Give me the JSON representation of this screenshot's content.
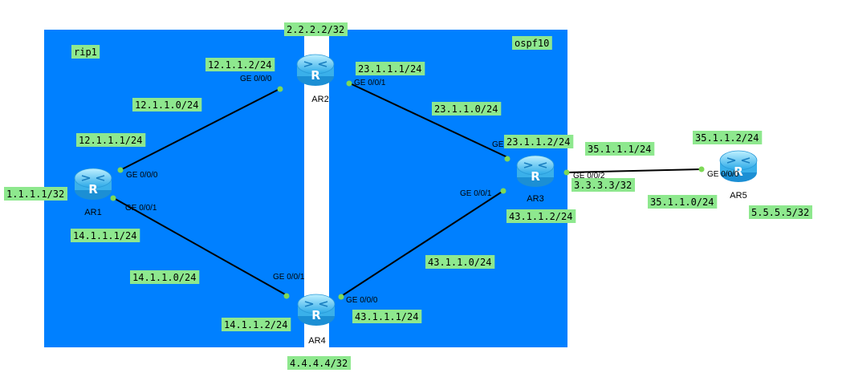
{
  "colors": {
    "area_fill": "#0080ff",
    "label_bg": "#8ee88e",
    "link": "#000000",
    "port_dot": "#7ed957"
  },
  "areas": {
    "rip": "rip1",
    "ospf": "ospf10"
  },
  "routers": [
    {
      "id": "ar1",
      "name": "AR1",
      "icon": "router-icon"
    },
    {
      "id": "ar2",
      "name": "AR2",
      "icon": "router-icon"
    },
    {
      "id": "ar3",
      "name": "AR3",
      "icon": "router-icon"
    },
    {
      "id": "ar4",
      "name": "AR4",
      "icon": "router-icon"
    },
    {
      "id": "ar5",
      "name": "AR5",
      "icon": "router-icon"
    }
  ],
  "ports": {
    "ar2_g000": "GE 0/0/0",
    "ar2_g001": "GE 0/0/1",
    "ar1_g000": "GE 0/0/0",
    "ar1_g001": "GE 0/0/1",
    "ar3_g000": "GE 0/0/0",
    "ar3_g001": "GE 0/0/1",
    "ar3_g002": "GE 0/0/2",
    "ar4_g001": "GE 0/0/1",
    "ar4_g000": "GE 0/0/0",
    "ar5_g000": "GE 0/0/0"
  },
  "labels": {
    "lo_ar2": "2.2.2.2/32",
    "ip_ar2_g000": "12.1.1.2/24",
    "ip_ar2_g001": "23.1.1.1/24",
    "net_12": "12.1.1.0/24",
    "net_23": "23.1.1.0/24",
    "ip_ar1_g000": "12.1.1.1/24",
    "lo_ar1": "1.1.1.1/32",
    "ip_ar1_g001": "14.1.1.1/24",
    "net_14": "14.1.1.0/24",
    "ip_ar4_g001": "14.1.1.2/24",
    "lo_ar4": "4.4.4.4/32",
    "ip_ar4_g000": "43.1.1.1/24",
    "net_43": "43.1.1.0/24",
    "ip_ar3_g001": "43.1.1.2/24",
    "ip_ar3_g000": "23.1.1.2/24",
    "ip_ar3_g002": "35.1.1.1/24",
    "lo_ar3": "3.3.3.3/32",
    "net_35": "35.1.1.0/24",
    "ip_ar5_g000": "35.1.1.2/24",
    "lo_ar5": "5.5.5.5/32"
  }
}
